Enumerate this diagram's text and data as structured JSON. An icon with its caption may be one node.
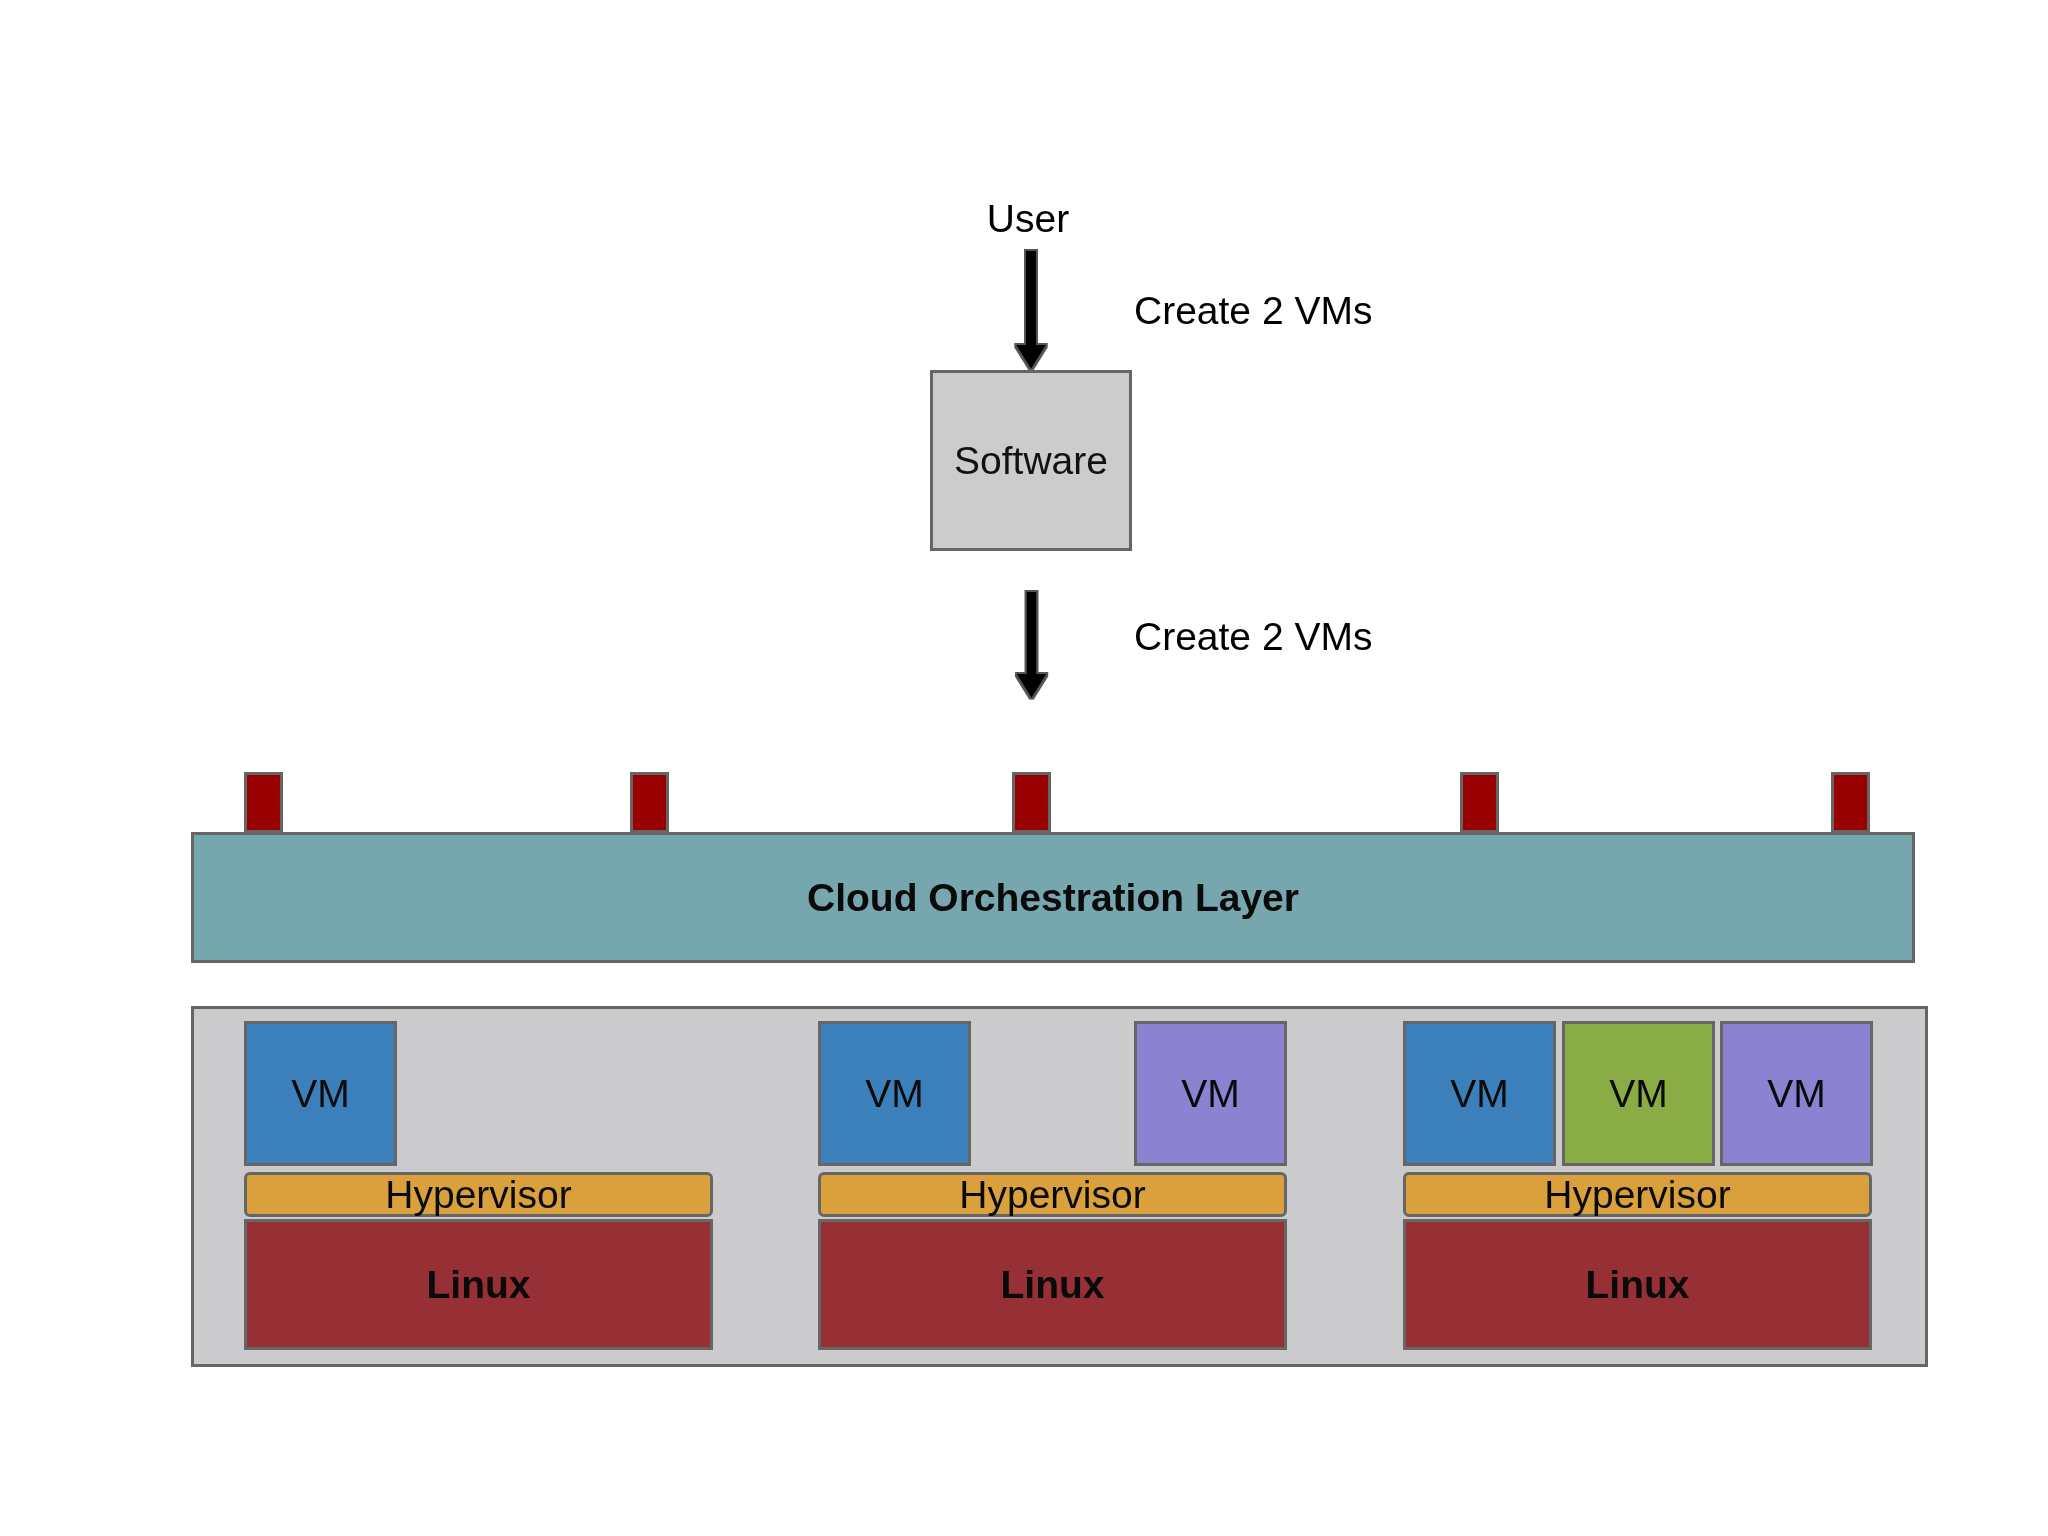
{
  "diagram": {
    "nodes": [
      {
        "text": [
          "User"
        ]
      },
      {
        "text": [
          "Software"
        ]
      },
      {
        "text": [],
        "shape": "box"
      },
      {
        "text": [],
        "shape": "box"
      },
      {
        "text": [],
        "shape": "box"
      },
      {
        "text": [],
        "shape": "box"
      },
      {
        "text": [],
        "shape": "box"
      },
      {
        "text": [
          "Cloud Orchestration Layer"
        ]
      },
      {
        "text": [],
        "shape": "box"
      },
      {
        "text": [
          "VM"
        ],
        "in": 8
      },
      {
        "text": [
          "Hypervisor"
        ],
        "in": 8
      },
      {
        "text": [
          "Linux"
        ],
        "in": 8
      },
      {
        "text": [
          "VM"
        ],
        "in": 8
      },
      {
        "text": [
          "VM"
        ],
        "in": 8
      },
      {
        "text": [
          "Hypervisor"
        ],
        "in": 8
      },
      {
        "text": [
          "Linux"
        ],
        "in": 8
      },
      {
        "text": [
          "VM"
        ],
        "in": 8
      },
      {
        "text": [
          "VM"
        ],
        "in": 8
      },
      {
        "text": [
          "VM"
        ],
        "in": 8
      },
      {
        "text": [
          "Hypervisor"
        ],
        "in": 8
      },
      {
        "text": [
          "Linux"
        ],
        "in": 8
      }
    ],
    "edges": [
      {
        "from": 0,
        "to": 1,
        "arrow": "to",
        "label": "Create 2 VMs"
      },
      {
        "from": 1,
        "to": 4,
        "arrow": "to",
        "label": "Create 2 VMs"
      }
    ]
  }
}
